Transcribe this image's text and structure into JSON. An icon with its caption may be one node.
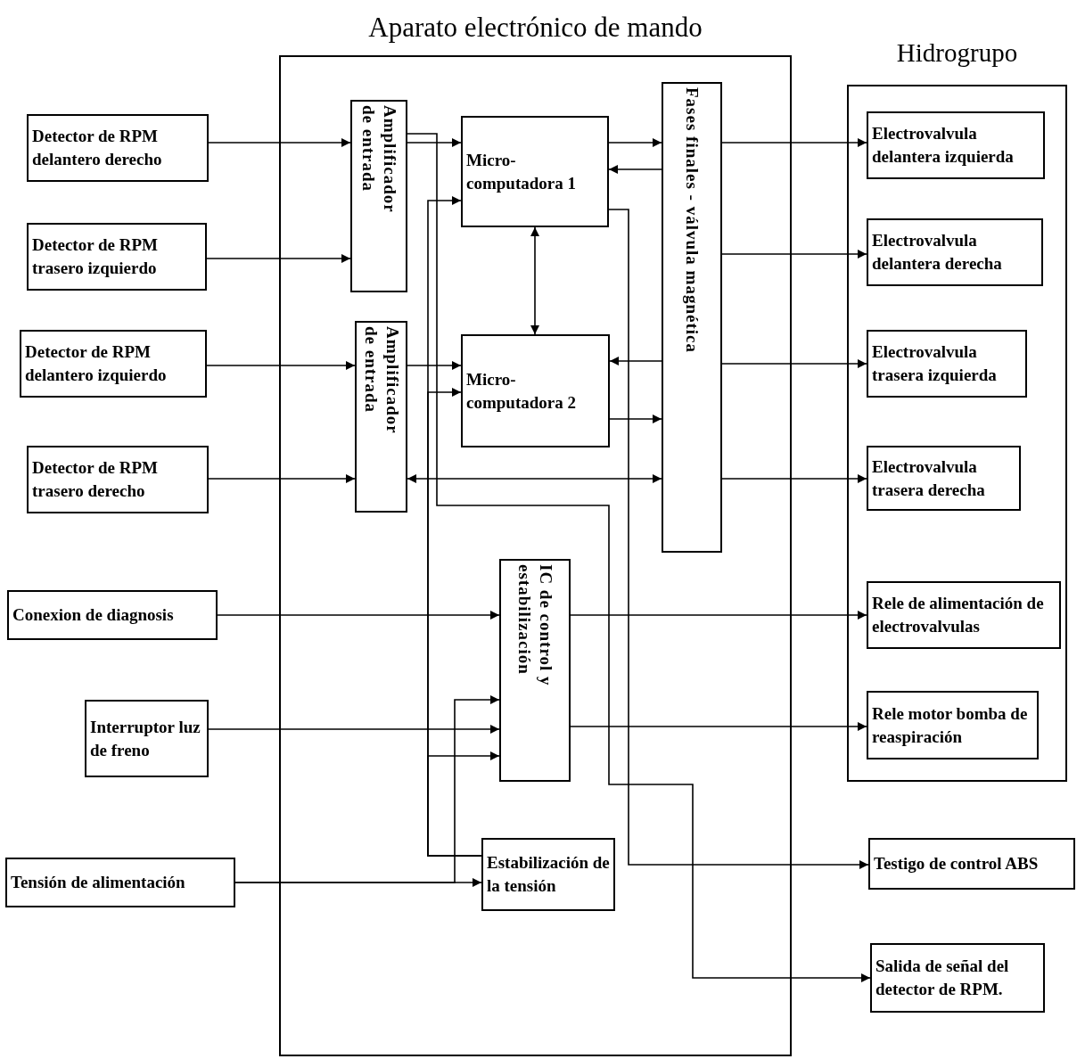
{
  "diagram": {
    "nodes": [
      {
        "text": [
          "Aparato electrónico de mando"
        ]
      },
      {
        "text": [
          "Hidrogrupo"
        ]
      },
      {
        "text": [
          "Detector de RPM delantero derecho"
        ]
      },
      {
        "text": [
          "Detector de RPM trasero izquierdo"
        ]
      },
      {
        "text": [
          "Detector de RPM delantero izquierdo"
        ]
      },
      {
        "text": [
          "Detector de RPM trasero derecho"
        ]
      },
      {
        "text": [
          "Conexion de diagnosis"
        ]
      },
      {
        "text": [
          "Interruptor luz de freno"
        ]
      },
      {
        "text": [
          "Tensión de alimentación"
        ]
      },
      {
        "text": [
          "Amplificador de entrada"
        ],
        "in": 0
      },
      {
        "text": [
          "Amplificador de entrada"
        ],
        "in": 0
      },
      {
        "text": [
          "Micro-computadora 1"
        ],
        "in": 0
      },
      {
        "text": [
          "Micro-computadora 2"
        ],
        "in": 0
      },
      {
        "text": [
          "Fases finales - válvula magnética"
        ],
        "in": 0
      },
      {
        "text": [
          "IC de control y estabilización"
        ],
        "in": 0
      },
      {
        "text": [
          "Estabilización de la tensión"
        ],
        "in": 0
      },
      {
        "text": [
          "Electrovalvula delantera izquierda"
        ],
        "in": 1
      },
      {
        "text": [
          "Electrovalvula delantera derecha"
        ],
        "in": 1
      },
      {
        "text": [
          "Electrovalvula trasera izquierda"
        ],
        "in": 1
      },
      {
        "text": [
          "Electrovalvula trasera derecha"
        ],
        "in": 1
      },
      {
        "text": [
          "Rele de alimentación de electrovalvulas"
        ],
        "in": 1
      },
      {
        "text": [
          "Rele motor bomba de reaspiración"
        ],
        "in": 1
      },
      {
        "text": [
          "Testigo de control ABS"
        ]
      },
      {
        "text": [
          "Salida de señal del detector de RPM."
        ]
      }
    ],
    "edges": [
      {
        "from": 2,
        "to": 9,
        "arrow": "to"
      },
      {
        "from": 3,
        "to": 9,
        "arrow": "to"
      },
      {
        "from": 4,
        "to": 10,
        "arrow": "to"
      },
      {
        "from": 5,
        "to": 10,
        "arrow": "to"
      },
      {
        "from": 9,
        "to": 11,
        "arrow": "to"
      },
      {
        "from": 10,
        "to": 12,
        "arrow": "to"
      },
      {
        "from": 11,
        "to": 12,
        "arrow": "both"
      },
      {
        "from": 11,
        "to": 13,
        "arrow": "to"
      },
      {
        "from": 12,
        "to": 13,
        "arrow": "to"
      },
      {
        "from": 13,
        "to": 11,
        "arrow": "to"
      },
      {
        "from": 13,
        "to": 12,
        "arrow": "to"
      },
      {
        "from": 10,
        "to": 13,
        "arrow": "both"
      },
      {
        "from": 13,
        "to": 16,
        "arrow": "to"
      },
      {
        "from": 13,
        "to": 17,
        "arrow": "to"
      },
      {
        "from": 13,
        "to": 18,
        "arrow": "to"
      },
      {
        "from": 13,
        "to": 19,
        "arrow": "to"
      },
      {
        "from": 6,
        "to": 14,
        "arrow": "to"
      },
      {
        "from": 7,
        "to": 14,
        "arrow": "to"
      },
      {
        "from": 8,
        "to": 15,
        "arrow": "to"
      },
      {
        "from": 8,
        "to": 14,
        "arrow": "to"
      },
      {
        "from": 15,
        "to": 11,
        "arrow": "to"
      },
      {
        "from": 15,
        "to": 12,
        "arrow": "to"
      },
      {
        "from": 15,
        "to": 14,
        "arrow": "to"
      },
      {
        "from": 14,
        "to": 20,
        "arrow": "to"
      },
      {
        "from": 14,
        "to": 21,
        "arrow": "to"
      },
      {
        "from": 11,
        "to": 22,
        "arrow": "to"
      },
      {
        "from": 9,
        "to": 23,
        "arrow": "to"
      }
    ]
  }
}
